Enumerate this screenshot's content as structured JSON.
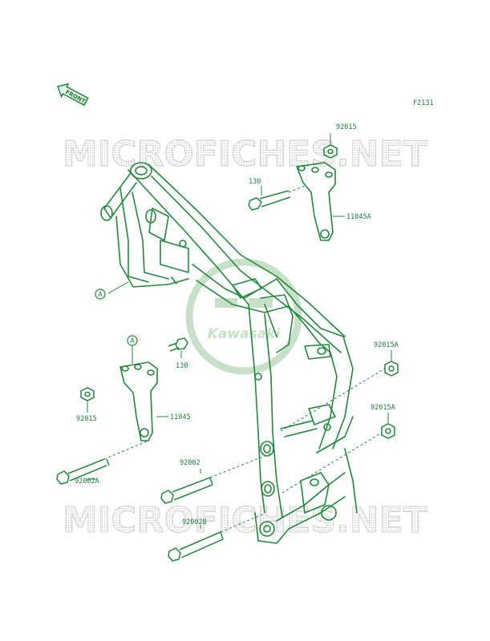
{
  "figure_code": "F2131",
  "front_arrow_text": "FRONT",
  "watermark_text": "MICROFICHES.NET",
  "logo_text": "Kawasaki",
  "callout_letter": "A",
  "colors": {
    "line": "#1f8a3c",
    "label": "#1f7a3a",
    "watermark": "#cfcfcf",
    "logo": "#9ac79a"
  },
  "parts": {
    "p92015_top": "92015",
    "p130_top": "130",
    "p11045a": "11045A",
    "p130_mid": "130",
    "p92015_left": "92015",
    "p11045": "11045",
    "p92015a_upper": "92015A",
    "p92015a_lower": "92015A",
    "p92002": "92002",
    "p92002a": "92002A",
    "p92002b": "92002B"
  }
}
